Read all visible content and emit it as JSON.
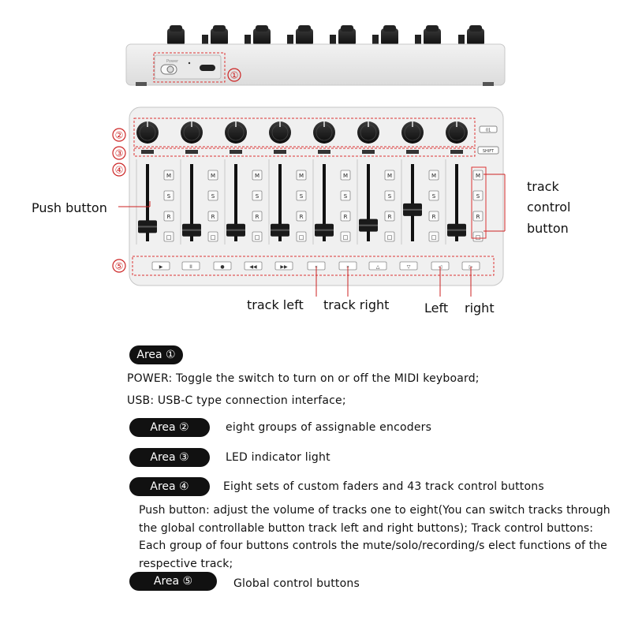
{
  "callouts": {
    "num_1": "①",
    "num_2": "②",
    "num_3": "③",
    "num_4": "④",
    "num_5": "⑤",
    "push_button": "Push button",
    "track_control_line1": "track",
    "track_control_line2": "control",
    "track_control_line3": "button",
    "track_left": "track left",
    "track_right": "track right",
    "left": "Left",
    "right": "right"
  },
  "device": {
    "shift_label": "SHIFT",
    "top_right_label": "01",
    "channel_buttons": [
      "M",
      "S",
      "R",
      "□"
    ],
    "channel_count": 8,
    "fader_levels": [
      0.1,
      0.05,
      0.05,
      0.05,
      0.05,
      0.12,
      0.35,
      0.05
    ],
    "transport_icons": [
      "play-icon",
      "pause-icon",
      "record-icon",
      "rewind-icon",
      "fast-forward-icon",
      "track-left-icon",
      "track-right-icon",
      "up-icon",
      "down-icon",
      "left-icon",
      "right-icon"
    ],
    "transport_glyphs": [
      "▶",
      "II",
      "●",
      "◀◀",
      "▶▶",
      "«",
      "»",
      "△",
      "▽",
      "◁",
      "▷"
    ]
  },
  "legend": {
    "area1": {
      "label": "Area ①"
    },
    "power_text": "POWER: Toggle the switch to turn on or off the MIDI keyboard;",
    "usb_text": "USB: USB-C type connection interface;",
    "area2": {
      "label": "Area ②",
      "desc": "eight groups of assignable encoders"
    },
    "area3": {
      "label": "Area ③",
      "desc": "LED indicator light"
    },
    "area4": {
      "label": "Area ④",
      "desc": "Eight sets of custom faders and 43 track control buttons"
    },
    "area4_detail": "Push button: adjust the volume of tracks one to eight(You can switch tracks through the global controllable button track left and right buttons); Track control buttons: Each group of four buttons controls the mute/solo/recording/s elect functions of the respective track;",
    "area5": {
      "label": "Area ⑤",
      "desc": "Global control buttons"
    }
  }
}
